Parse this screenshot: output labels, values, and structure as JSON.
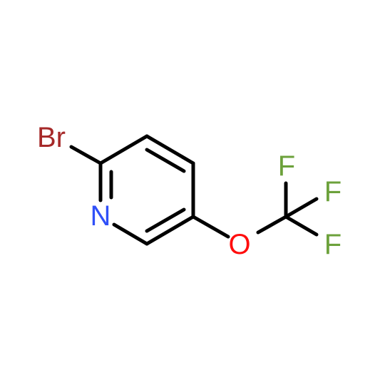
{
  "molecule": {
    "atoms": {
      "br": {
        "symbol": "Br",
        "color": "#a62929"
      },
      "n": {
        "symbol": "N",
        "color": "#3050f8"
      },
      "o": {
        "symbol": "O",
        "color": "#ff0d0d"
      },
      "f1": {
        "symbol": "F",
        "color": "#6ca13b"
      },
      "f2": {
        "symbol": "F",
        "color": "#6ca13b"
      },
      "f3": {
        "symbol": "F",
        "color": "#6ca13b"
      }
    },
    "bond_color": "#000000"
  }
}
